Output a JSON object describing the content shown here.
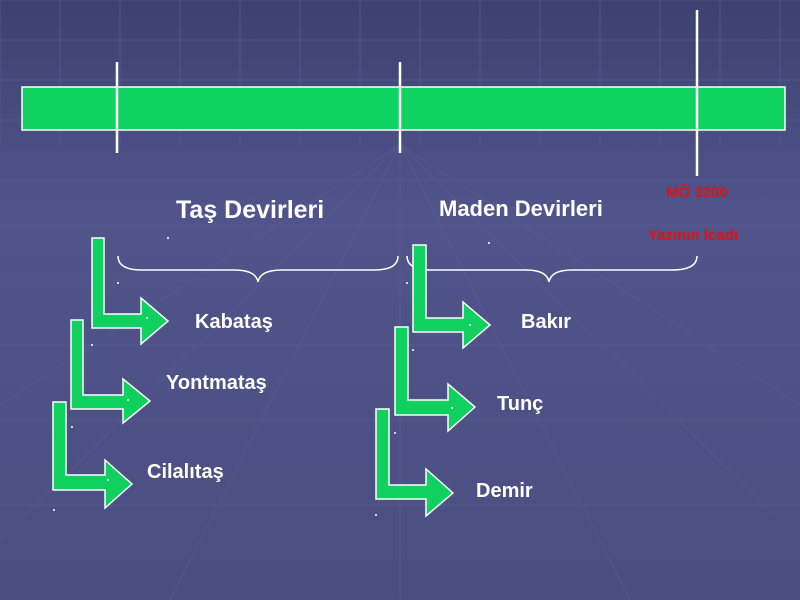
{
  "colors": {
    "background": "#4a4e7e",
    "timeline_bar": "#0fd360",
    "arrow_fill": "#10d060",
    "text": "#ffffff",
    "accent_red": "#e01212"
  },
  "periods": {
    "stone": {
      "title": "Taş Devirleri",
      "sub": [
        "Kabataş",
        "Yontmataş",
        "Cilalıtaş"
      ]
    },
    "metal": {
      "title": "Maden Devirleri",
      "sub": [
        "Bakır",
        "Tunç",
        "Demir"
      ]
    }
  },
  "milestone": {
    "date": "MÖ 3200",
    "event": "Yazının İcadı"
  }
}
